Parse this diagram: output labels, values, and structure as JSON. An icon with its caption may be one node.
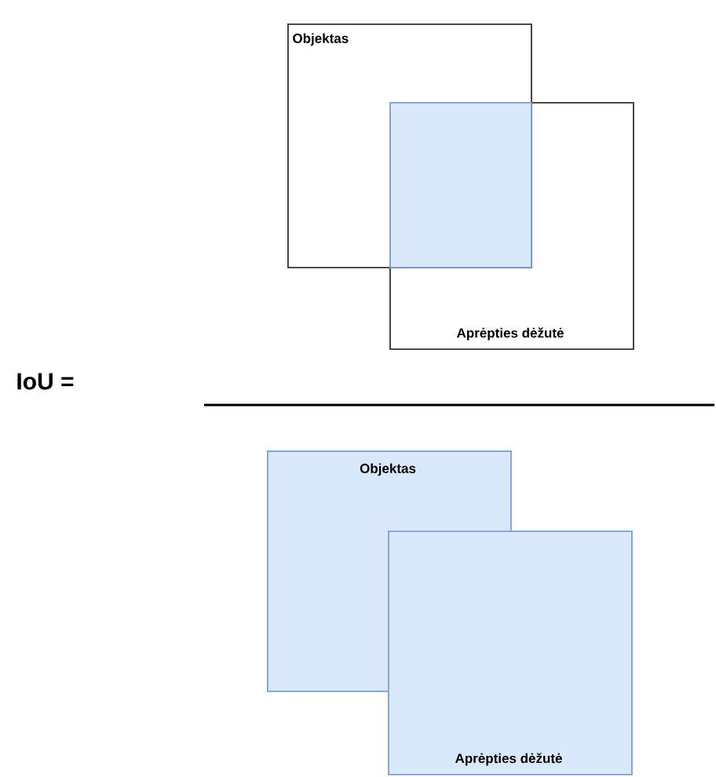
{
  "diagram": {
    "nodes": [
      {
        "text": [
          "Objektas"
        ]
      },
      {
        "text": [
          "Aprėpties dėžutė"
        ]
      },
      {
        "text": [],
        "shape": "box"
      },
      {
        "text": [
          "Objektas"
        ]
      },
      {
        "text": [
          "Aprėpties dėžutė"
        ]
      }
    ],
    "labels": [
      "IoU ="
    ]
  }
}
